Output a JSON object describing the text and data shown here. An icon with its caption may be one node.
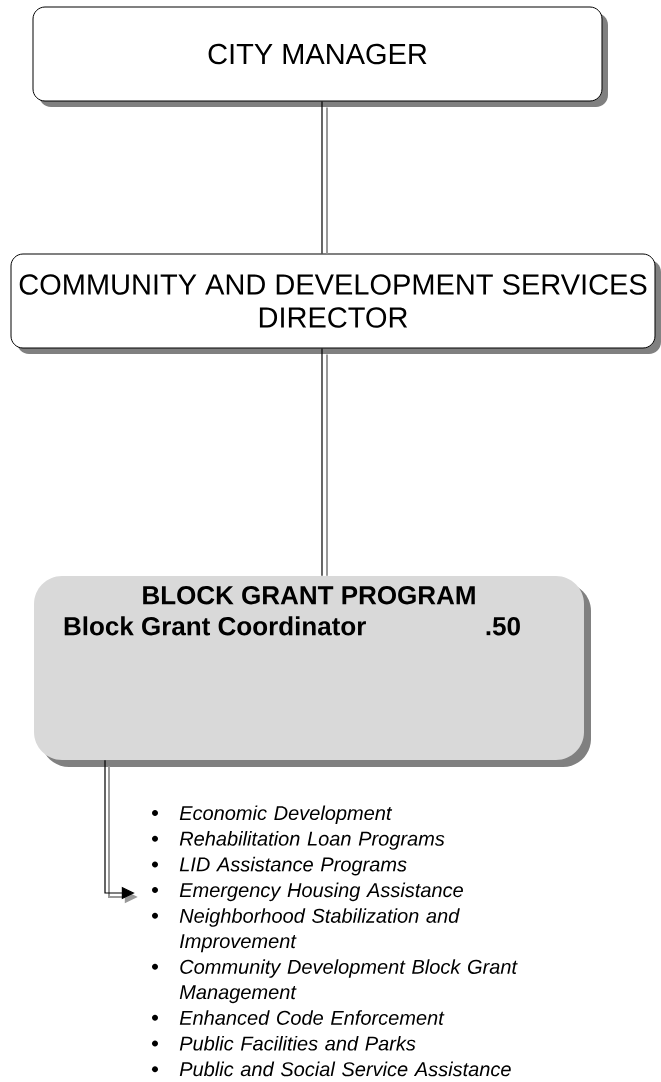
{
  "diagram": {
    "nodes": [
      {
        "text": [
          "CITY MANAGER"
        ]
      },
      {
        "text": [
          "COMMUNITY AND DEVELOPMENT SERVICES DIRECTOR"
        ]
      },
      {
        "text": [
          "BLOCK GRANT PROGRAM",
          "Block Grant Coordinator",
          ".50"
        ]
      },
      {
        "text": [
          "Economic Development",
          "Rehabilitation Loan Programs",
          "LID Assistance Programs",
          "Emergency Housing Assistance",
          "Neighborhood Stabilization and Improvement",
          "Community Development Block Grant Management",
          "Enhanced Code Enforcement",
          "Public Facilities and Parks",
          "Public and Social Service Assistance"
        ]
      }
    ],
    "edges": [
      {
        "from": 0,
        "to": 1,
        "arrow": "none"
      },
      {
        "from": 1,
        "to": 2,
        "arrow": "none"
      },
      {
        "from": 2,
        "to": 3,
        "arrow": "to"
      }
    ]
  }
}
